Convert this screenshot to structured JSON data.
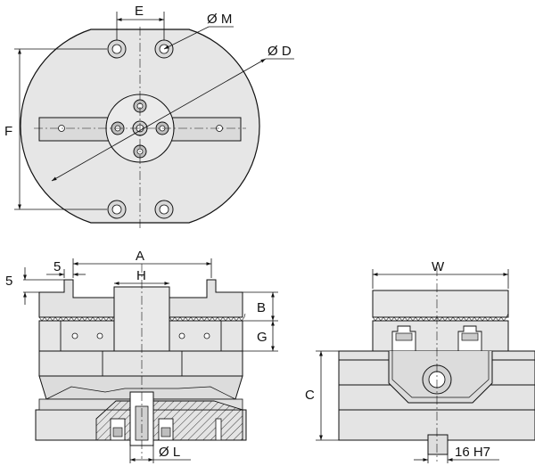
{
  "dimensions": {
    "E": "E",
    "M": "Ø M",
    "D": "Ø D",
    "F": "F",
    "A": "A",
    "five_h": "5",
    "five_v": "5",
    "H": "H",
    "B": "B",
    "G": "G",
    "L": "Ø L",
    "W": "W",
    "C": "C",
    "key": "16 H7"
  },
  "colors": {
    "body": "#e4e4e4",
    "body_dark": "#cfcfcf",
    "line": "#111111"
  }
}
